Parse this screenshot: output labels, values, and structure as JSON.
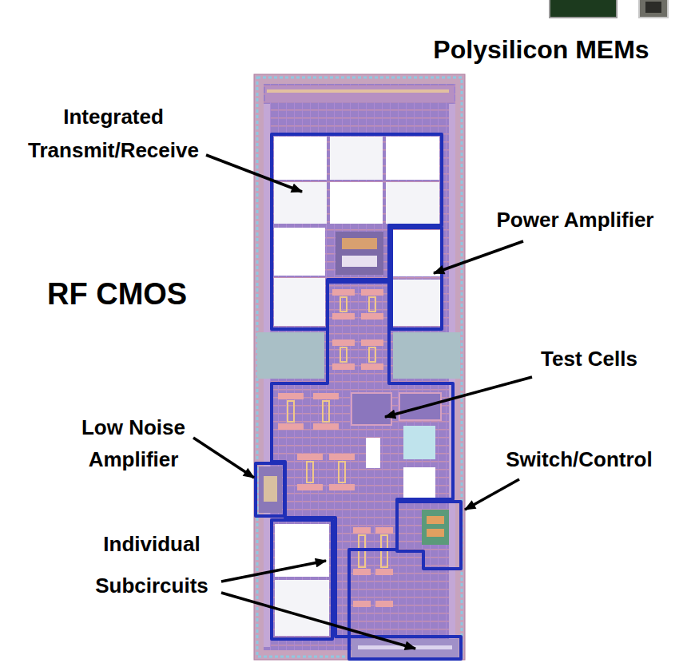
{
  "diagram": {
    "nodes": [
      {
        "text": [
          "Polysilicon MEMs"
        ]
      },
      {
        "text": [
          "RF CMOS"
        ]
      }
    ],
    "labels": [
      "Integrated Transmit/Receive",
      "Power Amplifier",
      "Test Cells",
      "Low Noise Amplifier",
      "Switch/Control",
      "Individual Subcircuits"
    ]
  }
}
